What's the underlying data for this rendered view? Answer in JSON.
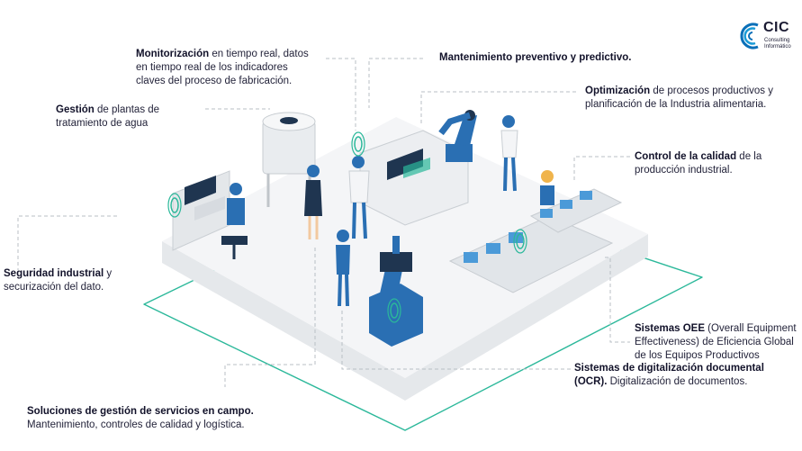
{
  "logo": {
    "brand": "CIC",
    "line1": "Consulting",
    "line2": "Informático",
    "colors": {
      "primary": "#0a6fb8",
      "accent": "#1a9ad6"
    }
  },
  "labels": [
    {
      "id": "monitorizacion",
      "bold": "Monitorización",
      "text": " en tiempo real, datos en tiempo real de los indicadores claves del proceso de fabricación."
    },
    {
      "id": "mantenimiento",
      "bold": "Mantenimiento preventivo y predictivo.",
      "text": ""
    },
    {
      "id": "gestion-agua",
      "bold": "Gestión",
      "text": " de plantas de tratamiento de agua"
    },
    {
      "id": "optimizacion",
      "bold": "Optimización",
      "text": " de procesos productivos y planificación de la Industria alimentaria."
    },
    {
      "id": "control-calidad",
      "bold": "Control de la calidad",
      "text": " de la producción industrial."
    },
    {
      "id": "seguridad",
      "bold": "Seguridad industrial",
      "text": " y securización del dato."
    },
    {
      "id": "oee",
      "bold": "Sistemas OEE",
      "text": " (Overall Equipment Effectiveness) de Eficiencia Global de los Equipos Productivos"
    },
    {
      "id": "ocr",
      "bold": "Sistemas de digitalización documental (OCR).",
      "text": " Digitalización de documentos."
    },
    {
      "id": "soluciones",
      "bold": "Soluciones de gestión de servicios en campo.",
      "text": " Mantenimiento, controles de calidad y logística."
    }
  ],
  "colors": {
    "accent_green": "#2bb89a",
    "machine_blue": "#2a6fb3",
    "floor": "#f1f3f5",
    "dash": "#b9bfc6"
  }
}
